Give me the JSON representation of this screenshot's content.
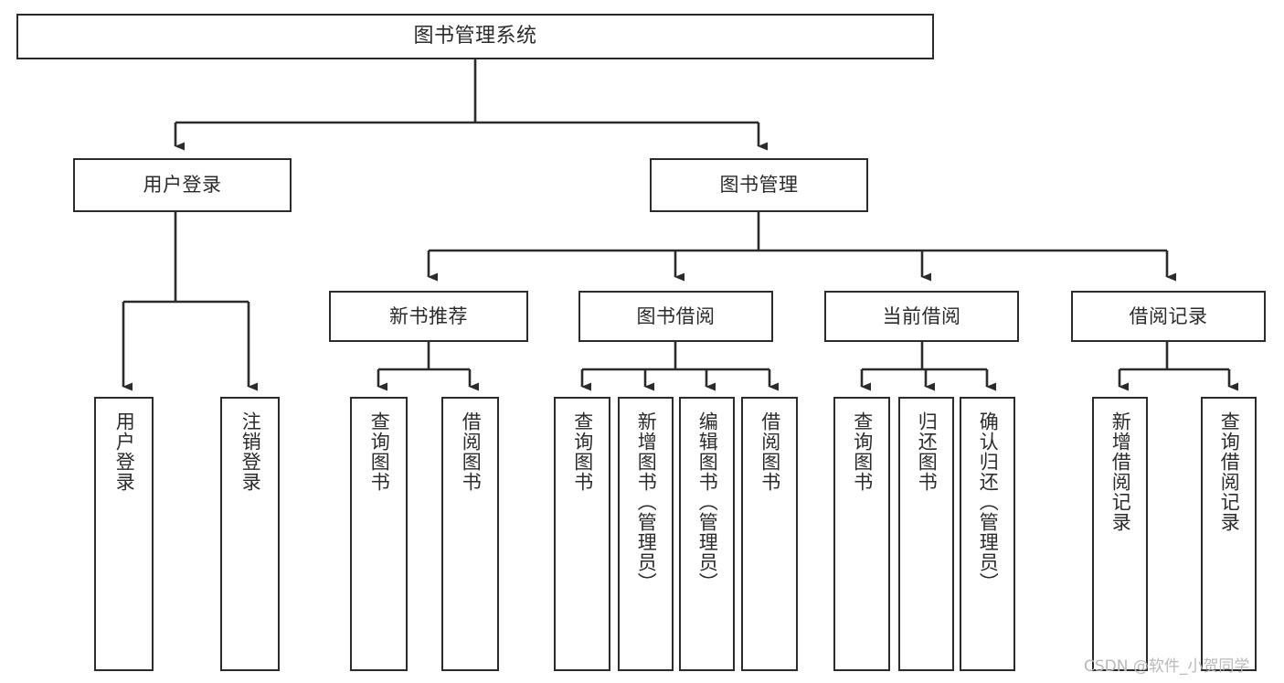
{
  "diagram": {
    "title": "图书管理系统",
    "type": "tree-hierarchy",
    "orientation": "top-down",
    "line_color": "#2b2b2b",
    "box_fill": "#ffffff",
    "watermark": "CSDN @软件_小贺同学"
  },
  "nodes": {
    "root": {
      "label": "图书管理系统"
    },
    "level2": [
      {
        "id": "user-login",
        "label": "用户登录"
      },
      {
        "id": "book-management",
        "label": "图书管理"
      }
    ],
    "level3": [
      {
        "id": "new-book-recommend",
        "label": "新书推荐"
      },
      {
        "id": "book-borrow",
        "label": "图书借阅"
      },
      {
        "id": "current-borrow",
        "label": "当前借阅"
      },
      {
        "id": "borrow-record",
        "label": "借阅记录"
      }
    ],
    "leaves": {
      "user_login": [
        {
          "id": "leaf-user-login",
          "label": "用户登录"
        },
        {
          "id": "leaf-logout-login",
          "label": "注销登录"
        }
      ],
      "new_book_recommend": [
        {
          "id": "leaf-query-book-1",
          "label": "查询图书"
        },
        {
          "id": "leaf-borrow-book-1",
          "label": "借阅图书"
        }
      ],
      "book_borrow": [
        {
          "id": "leaf-query-book-2",
          "label": "查询图书"
        },
        {
          "id": "leaf-add-book",
          "label": "新增图书（管理员）"
        },
        {
          "id": "leaf-edit-book",
          "label": "编辑图书（管理员）"
        },
        {
          "id": "leaf-borrow-book-2",
          "label": "借阅图书"
        }
      ],
      "current_borrow": [
        {
          "id": "leaf-query-book-3",
          "label": "查询图书"
        },
        {
          "id": "leaf-return-book",
          "label": "归还图书"
        },
        {
          "id": "leaf-confirm-return",
          "label": "确认归还（管理员）"
        }
      ],
      "borrow_record": [
        {
          "id": "leaf-add-record",
          "label": "新增借阅记录"
        },
        {
          "id": "leaf-query-record",
          "label": "查询借阅记录"
        }
      ]
    }
  }
}
